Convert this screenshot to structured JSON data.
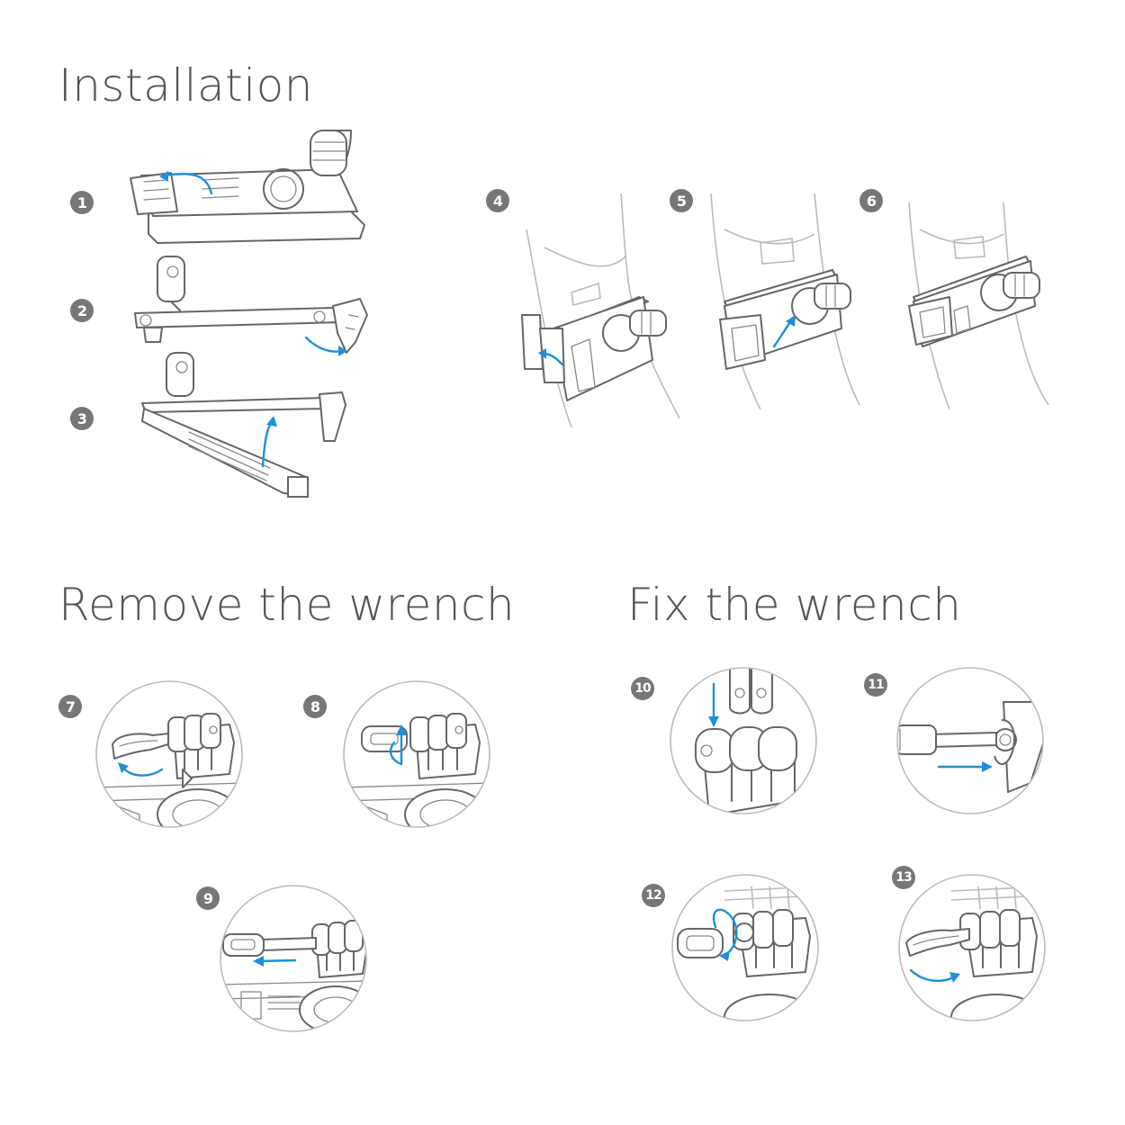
{
  "sections": {
    "installation": "Installation",
    "remove": "Remove the wrench",
    "fix": "Fix the wrench"
  },
  "steps": {
    "s1": "1",
    "s2": "2",
    "s3": "3",
    "s4": "4",
    "s5": "5",
    "s6": "6",
    "s7": "7",
    "s8": "8",
    "s9": "9",
    "s10": "10",
    "s11": "11",
    "s12": "12",
    "s13": "13"
  },
  "colors": {
    "accent_arrow": "#1e90d6",
    "badge": "#777777",
    "heading": "#555555",
    "line_art": "#666666"
  }
}
